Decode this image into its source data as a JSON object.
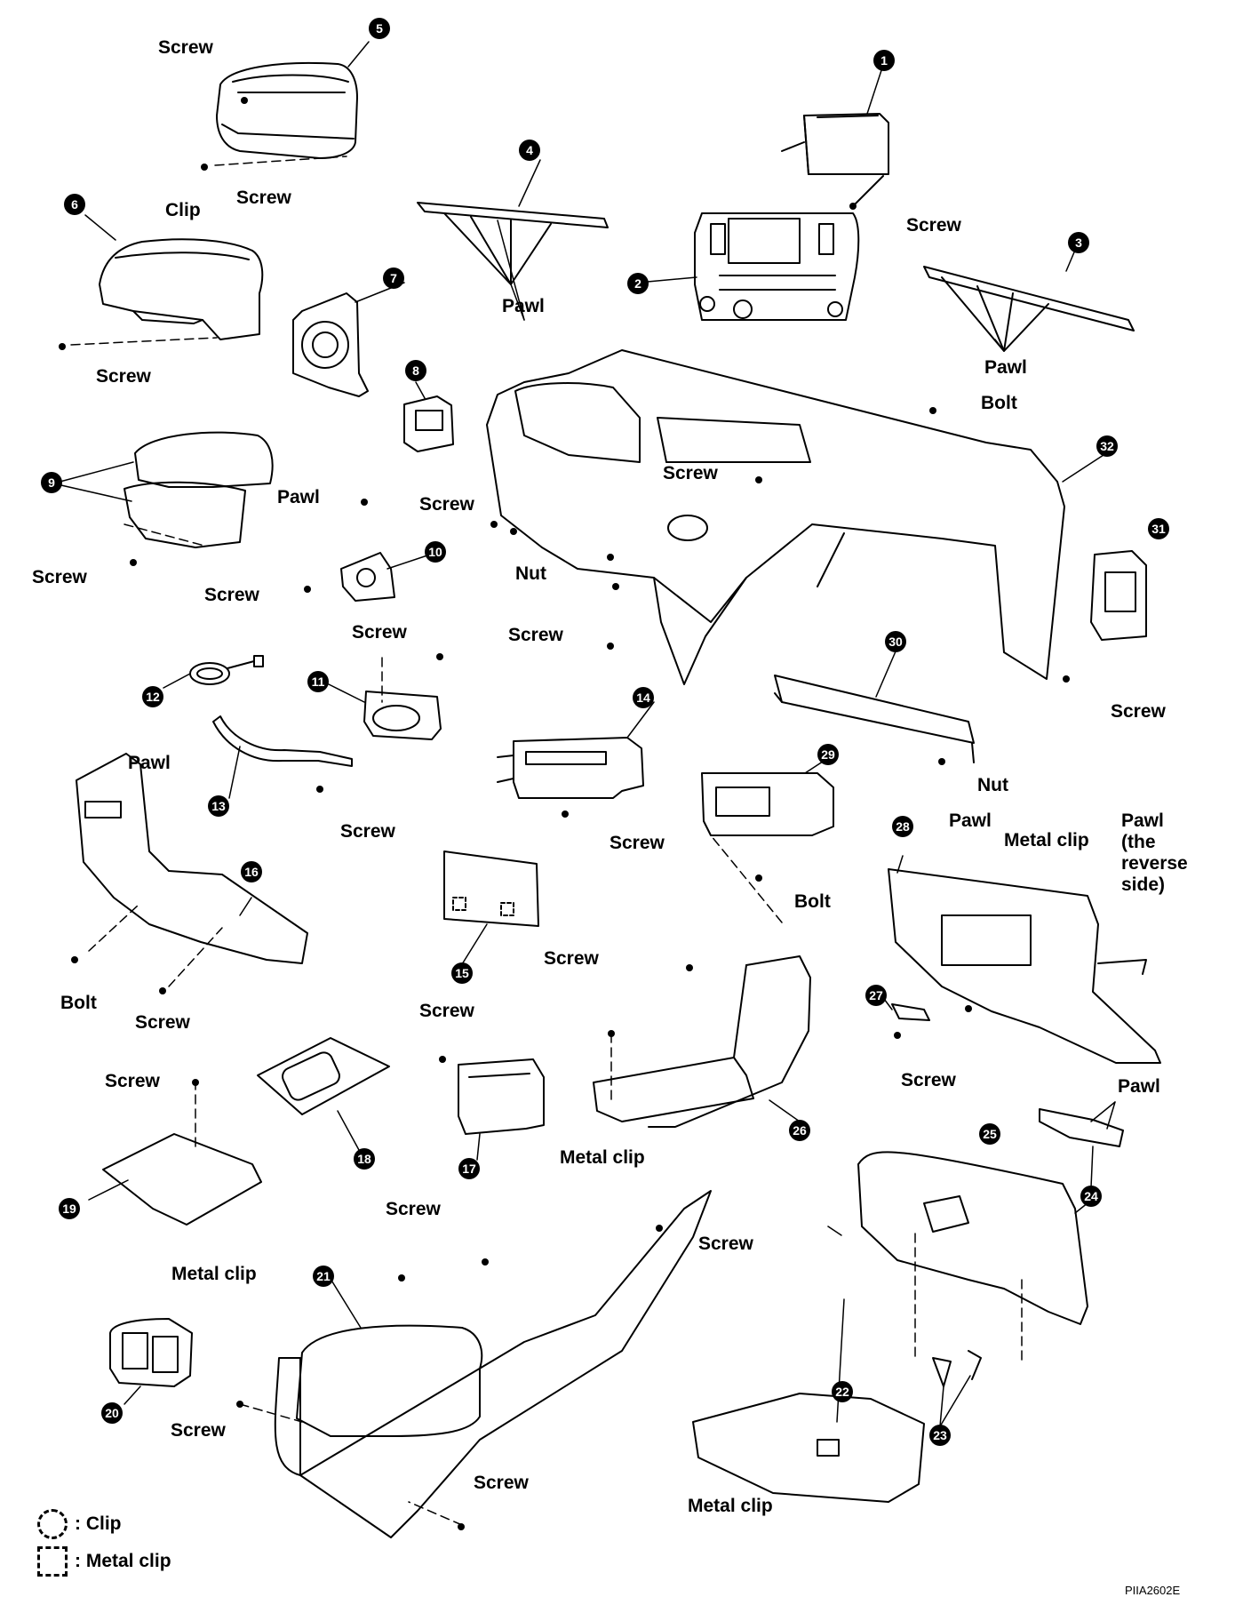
{
  "callouts": [
    "1",
    "2",
    "3",
    "4",
    "5",
    "6",
    "7",
    "8",
    "9",
    "10",
    "11",
    "12",
    "13",
    "14",
    "15",
    "16",
    "17",
    "18",
    "19",
    "20",
    "21",
    "22",
    "23",
    "24",
    "25",
    "26",
    "27",
    "28",
    "29",
    "30",
    "31",
    "32"
  ],
  "labels": {
    "screw": "Screw",
    "clip": "Clip",
    "pawl": "Pawl",
    "bolt": "Bolt",
    "nut": "Nut",
    "metal_clip": "Metal clip",
    "pawl_reverse": "Pawl (the reverse side)"
  },
  "legend": {
    "clip": ": Clip",
    "metal_clip": ": Metal clip"
  },
  "figure_code": "PIIA2602E"
}
